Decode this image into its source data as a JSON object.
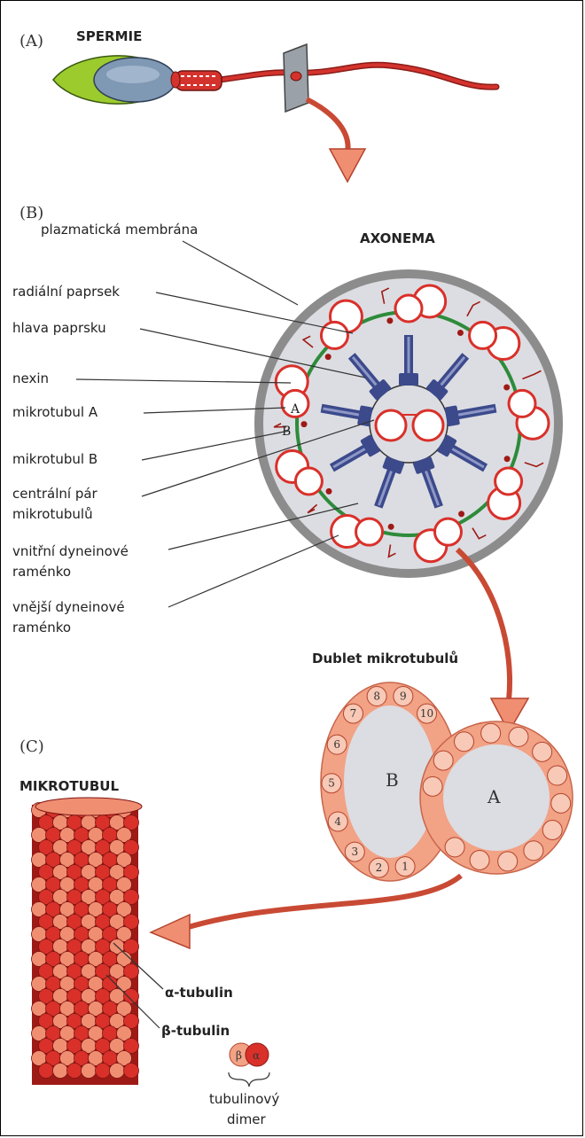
{
  "panels": {
    "a_marker": "(A)",
    "a_title": "SPERMIE",
    "b_marker": "(B)",
    "b_title": "AXONEMA",
    "c_marker": "(C)",
    "c_title": "MIKROTUBUL"
  },
  "axonema_labels": [
    "plazmatická membrána",
    "radiální paprsek",
    "hlava paprsku",
    "nexin",
    "mikrotubul A",
    "mikrotubul B",
    "centrální pár",
    "mikrotubulů",
    "vnitřní dyneinové",
    "raménko",
    "vnější dyneinové",
    "raménko"
  ],
  "axonema_inner": {
    "a": "A",
    "b": "B"
  },
  "doublet": {
    "title": "Dublet mikrotubulů",
    "a_label": "A",
    "b_label": "B",
    "numbers": [
      "1",
      "2",
      "3",
      "4",
      "5",
      "6",
      "7",
      "8",
      "9",
      "10"
    ]
  },
  "microtubule": {
    "alpha": "α-tubulin",
    "beta": "β-tubulin",
    "dimer_beta": "β",
    "dimer_alpha": "α",
    "dimer_label_1": "tubulinový",
    "dimer_label_2": "dimer"
  },
  "colors": {
    "red": "#d9302a",
    "dark_red": "#9e1a16",
    "salmon": "#f2a285",
    "blue": "#3c4a8c",
    "green": "#2e8b3a",
    "gray_fill": "#dcdde2",
    "rim_gray": "#8c8c8c"
  }
}
